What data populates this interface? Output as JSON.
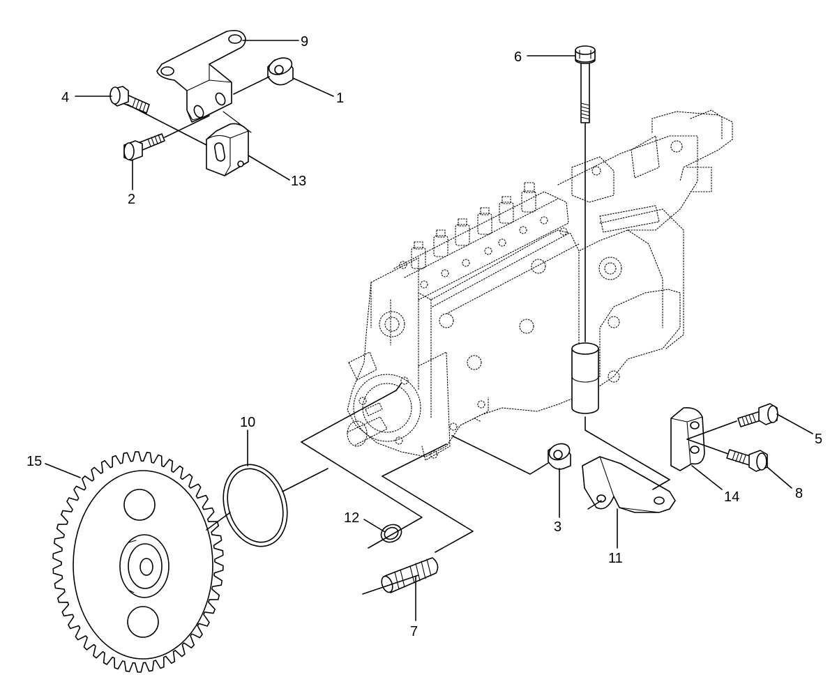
{
  "callouts": [
    {
      "id": "1",
      "label": "1"
    },
    {
      "id": "2",
      "label": "2"
    },
    {
      "id": "3",
      "label": "3"
    },
    {
      "id": "4",
      "label": "4"
    },
    {
      "id": "5",
      "label": "5"
    },
    {
      "id": "6",
      "label": "6"
    },
    {
      "id": "7",
      "label": "7"
    },
    {
      "id": "8",
      "label": "8"
    },
    {
      "id": "9",
      "label": "9"
    },
    {
      "id": "10",
      "label": "10"
    },
    {
      "id": "11",
      "label": "11"
    },
    {
      "id": "12",
      "label": "12"
    },
    {
      "id": "13",
      "label": "13"
    },
    {
      "id": "14",
      "label": "14"
    },
    {
      "id": "15",
      "label": "15"
    }
  ],
  "parts": {
    "bracket": "bracket-icon",
    "nut": "flange-nut-icon",
    "bolt": "flange-bolt-icon",
    "pump": "injection-pump-icon",
    "gear": "gear-icon",
    "oring": "o-ring-icon",
    "washer": "washer-icon",
    "stud": "stud-icon"
  }
}
